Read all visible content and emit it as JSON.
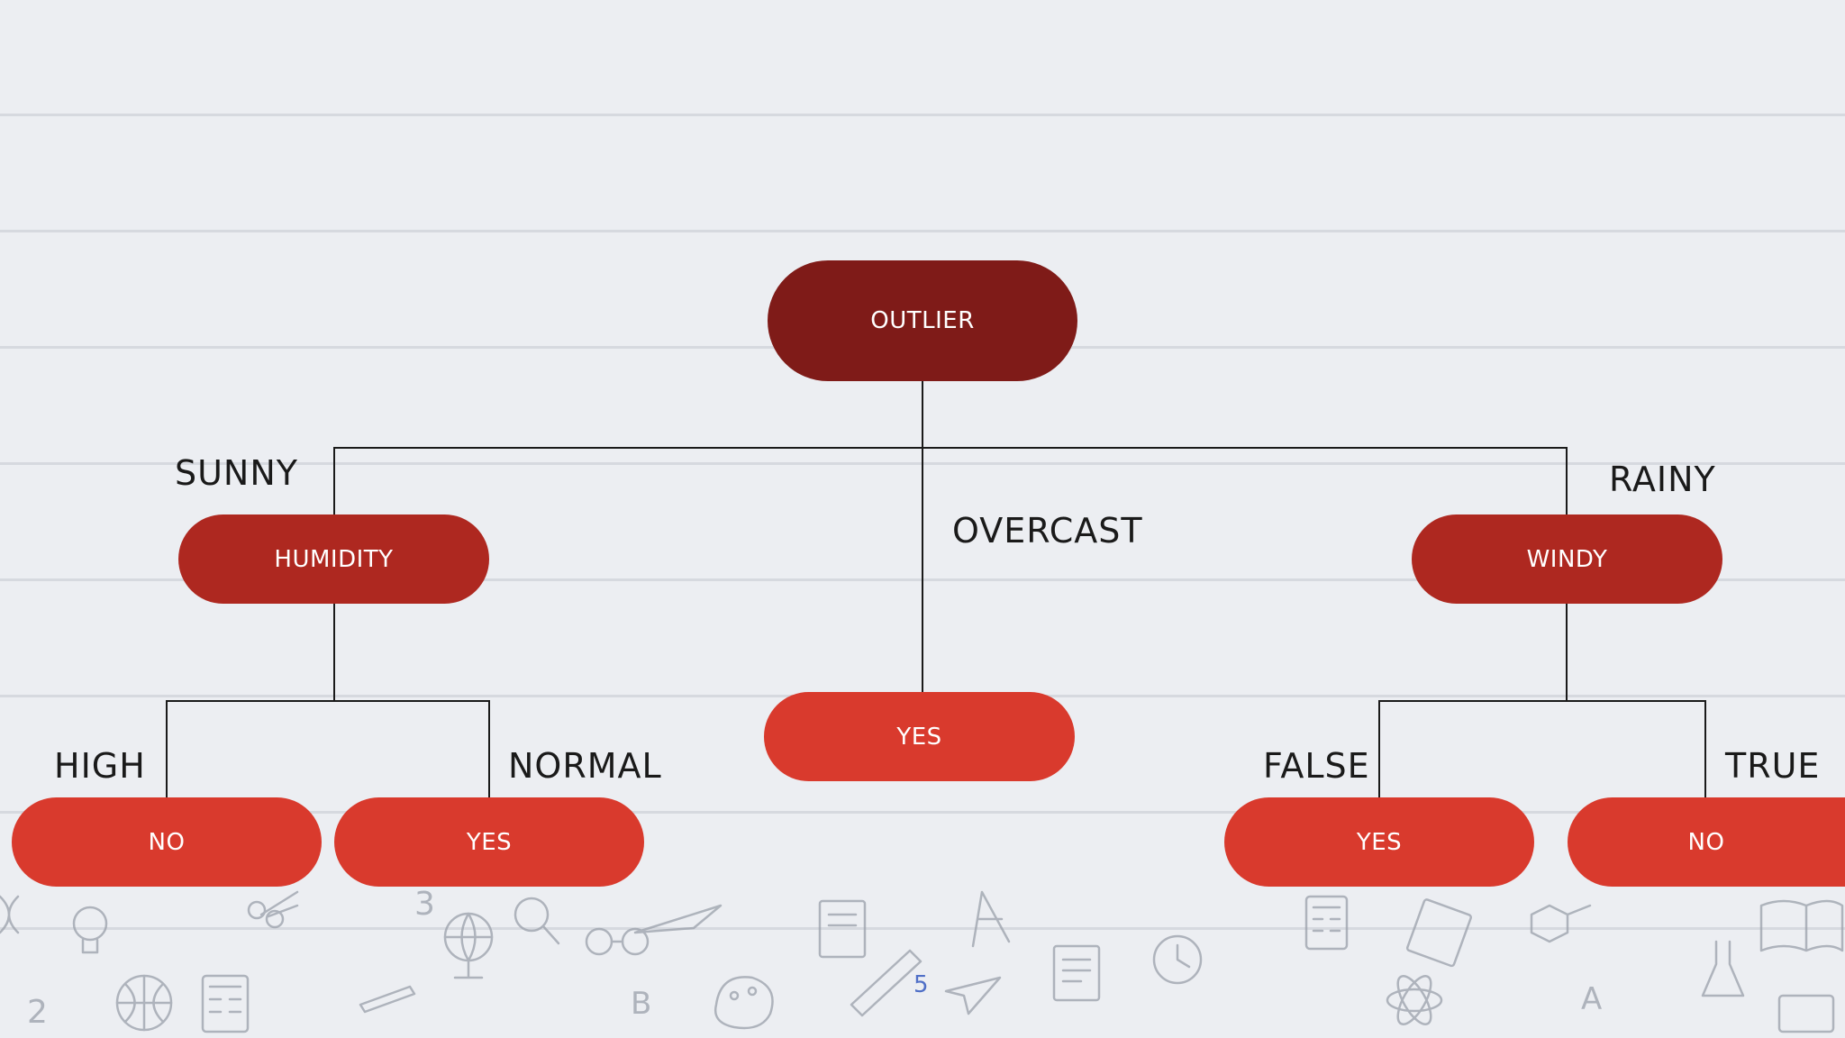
{
  "diagram": {
    "root": {
      "label": "OUTLIER"
    },
    "branches": [
      {
        "edge": "SUNNY",
        "node": "HUMIDITY",
        "children": [
          {
            "edge": "HIGH",
            "leaf": "NO"
          },
          {
            "edge": "NORMAL",
            "leaf": "YES"
          }
        ]
      },
      {
        "edge": "OVERCAST",
        "leaf": "YES"
      },
      {
        "edge": "RAINY",
        "node": "WINDY",
        "children": [
          {
            "edge": "FALSE",
            "leaf": "YES"
          },
          {
            "edge": "TRUE",
            "leaf": "NO"
          }
        ]
      }
    ]
  },
  "colors": {
    "root": "#7f1b18",
    "internal": "#ae2820",
    "leaf": "#d93a2d",
    "line": "#1a1a1a"
  },
  "page_number": "5"
}
